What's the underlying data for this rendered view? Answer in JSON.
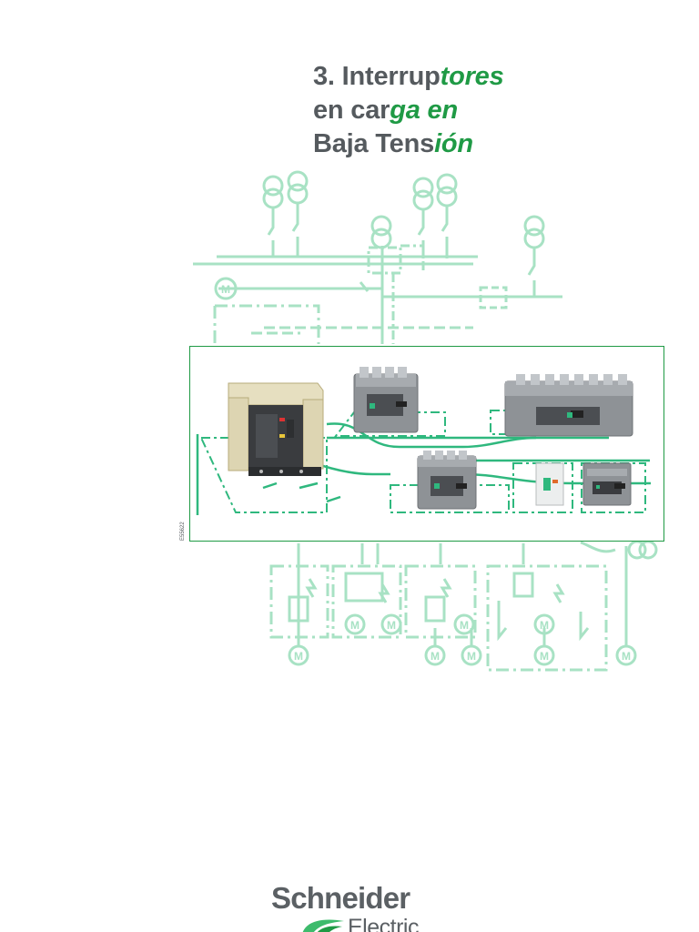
{
  "title": {
    "line1": {
      "plain": "3. Interrup",
      "accent": "tores"
    },
    "line2": {
      "plain": "en car",
      "accent": "ga en"
    },
    "line3": {
      "plain": "Baja Tens",
      "accent": "ión"
    }
  },
  "figure": {
    "ref_code": "E55622"
  },
  "brand": {
    "name": "Schneider",
    "sub": "Electric"
  },
  "colors": {
    "text_gray": "#555a5e",
    "accent_green": "#1f9a45",
    "schematic_light": "#a8e2c4",
    "schematic_dark": "#2fb87e"
  }
}
